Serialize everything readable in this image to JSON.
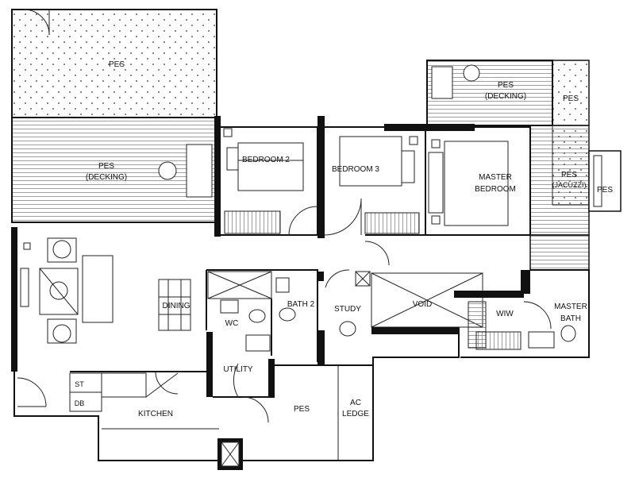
{
  "rooms": {
    "pes_top": "PES",
    "pes_decking_left_1": "PES",
    "pes_decking_left_2": "(DECKING)",
    "pes_decking_right_1": "PES",
    "pes_decking_right_2": "(DECKING)",
    "pes_right_small": "PES",
    "pes_jacuzzi_1": "PES",
    "pes_jacuzzi_2": "(JACUZZI)",
    "pes_far_right": "PES",
    "bedroom2": "BEDROOM 2",
    "bedroom3": "BEDROOM 3",
    "master_bedroom_1": "MASTER",
    "master_bedroom_2": "BEDROOM",
    "dining": "DINING",
    "wc": "WC",
    "bath2": "BATH 2",
    "study": "STUDY",
    "void": "VOID",
    "wiw": "WIW",
    "master_bath_1": "MASTER",
    "master_bath_2": "BATH",
    "utility": "UTILITY",
    "kitchen": "KITCHEN",
    "pes_bottom": "PES",
    "ac_ledge_1": "AC",
    "ac_ledge_2": "LEDGE",
    "st": "ST",
    "db": "DB"
  }
}
